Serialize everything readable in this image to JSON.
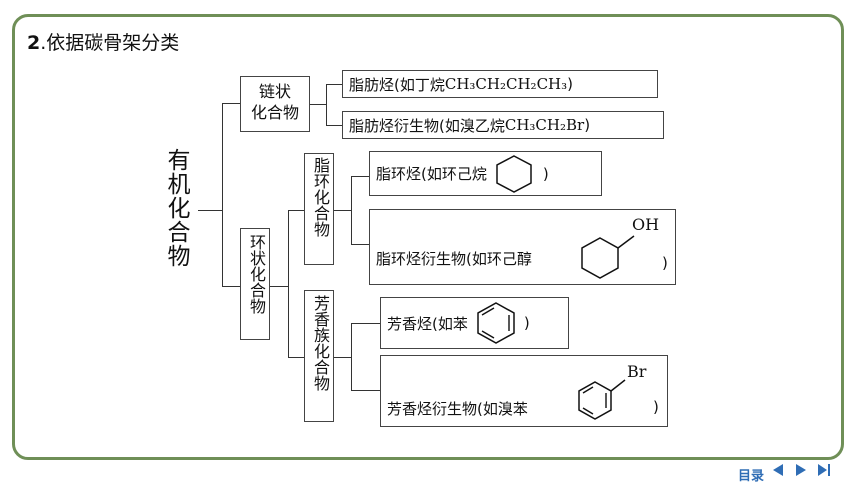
{
  "heading": {
    "number": "2",
    "text": ".依据碳骨架分类"
  },
  "root": "有机化合物",
  "chain": {
    "label": "链状化合物",
    "line1": "链状",
    "line2": "化合物",
    "items": [
      {
        "prefix": "脂肪烃(如丁烷 ",
        "formula": "CH₃CH₂CH₂CH₃",
        "suffix": ")"
      },
      {
        "prefix": "脂肪烃衍生物(如溴乙烷 ",
        "formula": "CH₃CH₂Br",
        "suffix": ")"
      }
    ]
  },
  "ring": {
    "label": "环状化合物",
    "alicyclic": {
      "label": "脂环化合物",
      "items": [
        {
          "prefix": "脂环烃(如环己烷",
          "suffix": ")"
        },
        {
          "prefix": "脂环烃衍生物(如环己醇",
          "suffix": ")",
          "group": "OH"
        }
      ]
    },
    "aromatic": {
      "label": "芳香族化合物",
      "items": [
        {
          "prefix": "芳香烃(如苯",
          "suffix": ")"
        },
        {
          "prefix": "芳香烃衍生物(如溴苯",
          "suffix": ")",
          "group": "Br"
        }
      ]
    }
  },
  "nav": {
    "label": "目录"
  },
  "colors": {
    "frame": "#6f8f57",
    "nav": "#2f6db5"
  }
}
